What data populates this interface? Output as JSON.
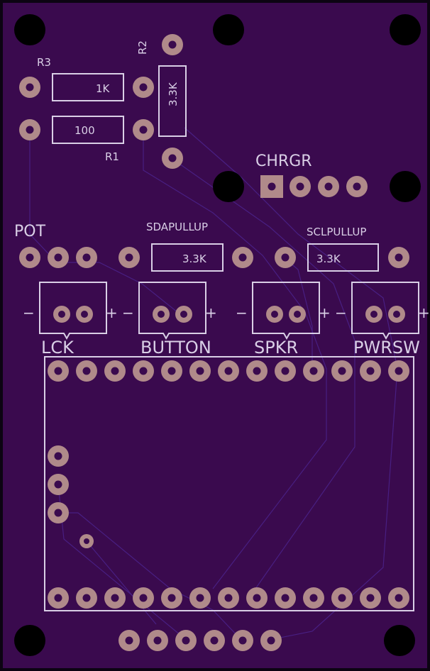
{
  "colors": {
    "board": "#3a0a4e",
    "edge": "#0c0412",
    "silkscreen": "#d9cfe6",
    "pad": "#b08a8a",
    "trace": "#4a2188"
  },
  "labels": {
    "r3": "R3",
    "r2": "R2",
    "r1": "R1",
    "r3_value": "1K",
    "r1_value": "100",
    "r2_value": "3.3K",
    "chrgr": "CHRGR",
    "pot": "POT",
    "sdapullup": "SDAPULLUP",
    "sdapullup_value": "3.3K",
    "sclpullup": "SCLPULLUP",
    "sclpullup_value": "3.3K",
    "lck": "LCK",
    "button": "BUTTON",
    "spkr": "SPKR",
    "pwrsw": "PWRSW",
    "minus": "−",
    "plus": "+"
  }
}
